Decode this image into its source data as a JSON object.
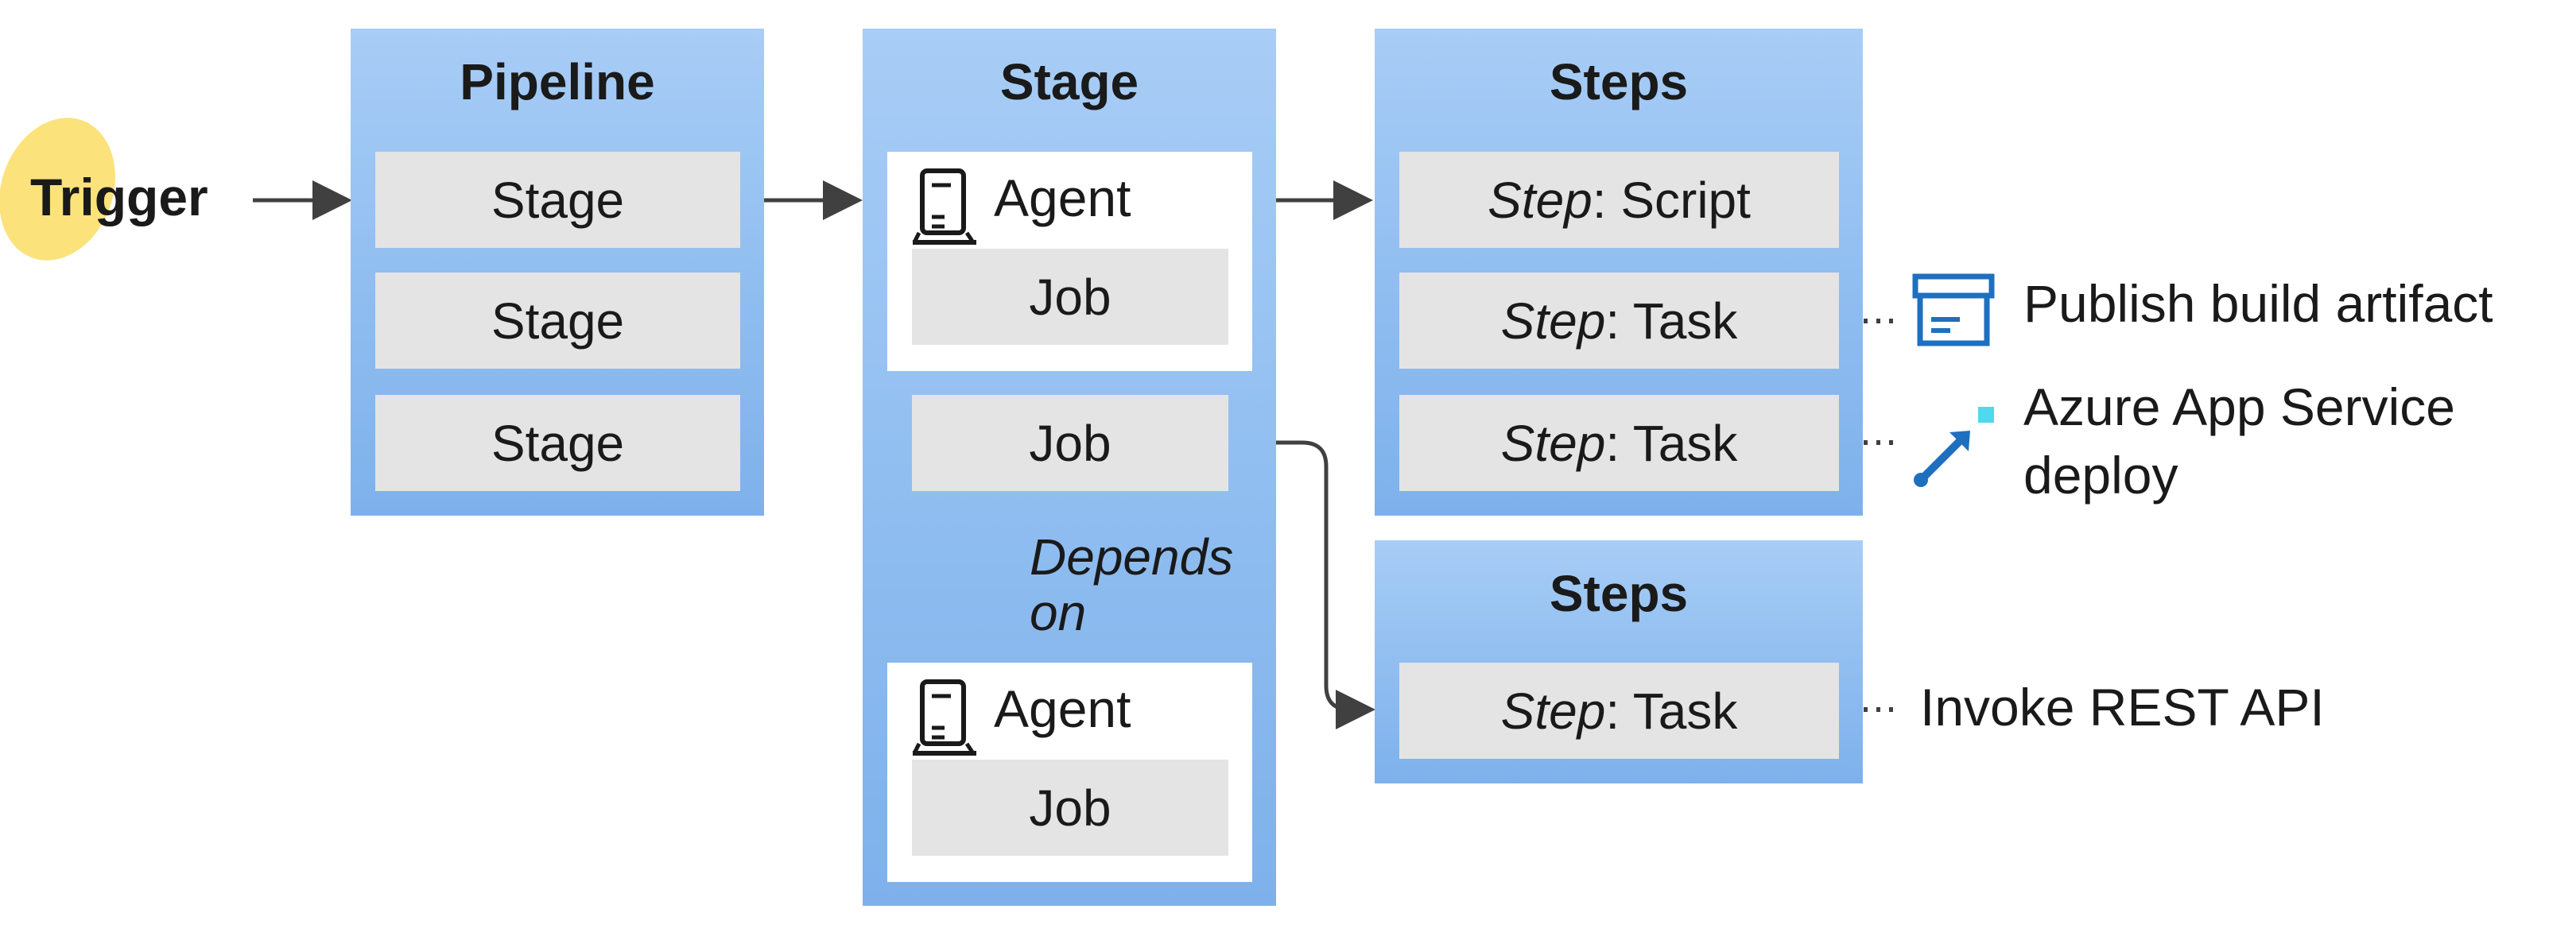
{
  "trigger": {
    "label": "Trigger"
  },
  "pipeline": {
    "title": "Pipeline",
    "stages": [
      "Stage",
      "Stage",
      "Stage"
    ]
  },
  "stage": {
    "title": "Stage",
    "agent_label": "Agent",
    "job_label": "Job",
    "depends_on_line1": "Depends",
    "depends_on_line2": "on"
  },
  "steps_top": {
    "title": "Steps",
    "items": [
      {
        "prefix": "Step",
        "suffix": ": Script"
      },
      {
        "prefix": "Step",
        "suffix": ": Task"
      },
      {
        "prefix": "Step",
        "suffix": ": Task"
      }
    ]
  },
  "steps_bottom": {
    "title": "Steps",
    "items": [
      {
        "prefix": "Step",
        "suffix": ": Task"
      }
    ]
  },
  "annotations": {
    "publish": "Publish build artifact",
    "azure_line1": "Azure App Service",
    "azure_line2": "deploy",
    "rest": "Invoke REST API"
  },
  "colors": {
    "panel_blue": "#8fbdf0",
    "box_gray": "#e4e4e4",
    "trigger_yellow": "#fbe27a",
    "icon_blue": "#1f6fbf",
    "icon_cyan": "#4fd8ee",
    "arrow": "#404040"
  },
  "icons": {
    "agent": "server-icon",
    "publish": "archive-box-icon",
    "deploy": "deploy-arrow-icon"
  }
}
